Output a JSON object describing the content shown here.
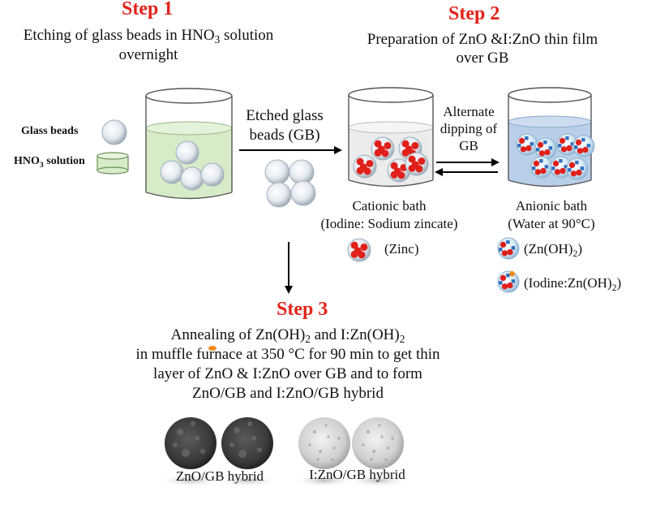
{
  "colors": {
    "step": "#e2231a",
    "acid": "#d6ecc8",
    "cationic": "#ececec",
    "anionic": "#b9cfe9",
    "zinc": "#e0201b",
    "hydroxide": "#2f6fbf",
    "iodine": "#f08a1c"
  },
  "step1": {
    "heading": "Step 1",
    "line1_pre": "Etching of glass beads in HNO",
    "line1_sub": "3",
    "line1_post": " solution",
    "line2": "overnight"
  },
  "step2": {
    "heading": "Step 2",
    "line1": "Preparation of  ZnO &I:ZnO thin film",
    "line2": "over GB"
  },
  "step3": {
    "heading": "Step 3",
    "line1_a": "Annealing of Zn(OH)",
    "line1_sub1": "2",
    "line1_b": " and I:Zn(OH)",
    "line1_sub2": "2",
    "line2": "in muffle furnace at 350 °C for 90 min to get thin",
    "line3": "layer of ZnO & I:ZnO over GB and to form",
    "line4": "ZnO/GB and I:ZnO/GB hybrid"
  },
  "labels": {
    "glass_beads": "Glass beads",
    "hno3_pre": "HNO",
    "hno3_sub": "3",
    "hno3_post": " solution",
    "etched_1": "Etched glass",
    "etched_2": "beads (GB)",
    "alternate_1": "Alternate",
    "alternate_2": "dipping of",
    "alternate_3": "GB",
    "cationic_1": "Cationic bath",
    "cationic_2": "(Iodine: Sodium zincate)",
    "anionic_1": "Anionic bath",
    "anionic_2": "(Water at 90°C)",
    "zinc": "(Zinc)",
    "znoh_pre": "(Zn(OH)",
    "znoh_sub": "2",
    "znoh_post": ")",
    "iznoh_pre": "(Iodine:Zn(OH)",
    "iznoh_sub": "2",
    "iznoh_post": ")",
    "zno_hybrid": "ZnO/GB hybrid",
    "izno_hybrid": "I:ZnO/GB hybrid"
  }
}
